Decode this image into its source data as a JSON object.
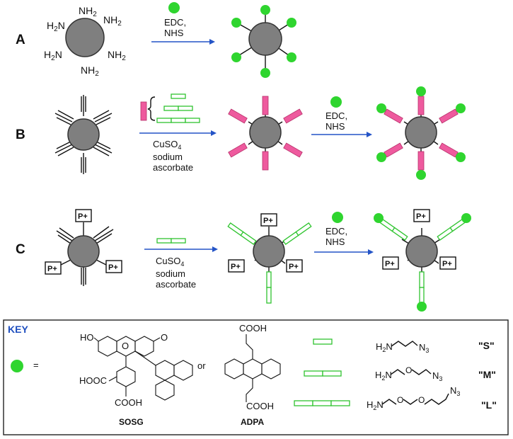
{
  "rows": {
    "a": {
      "label": "A",
      "amines": [
        "NH2",
        "NH2",
        "NH2",
        "NH2",
        "NH2",
        "NH2"
      ],
      "reagent": "EDC,\nNHS"
    },
    "b": {
      "label": "B",
      "reagent1": "CuSO4\nsodium\nascorbate",
      "reagent2": "EDC,\nNHS"
    },
    "c": {
      "label": "C",
      "pplus": "P+",
      "reagent1": "CuSO4\nsodium\nascorbate",
      "reagent2": "EDC,\nNHS"
    }
  },
  "key": {
    "title": "KEY",
    "equals": "=",
    "or": "or",
    "sosg": {
      "name": "SOSG",
      "groups": [
        "HO",
        "O",
        "HOOC",
        "COOH"
      ]
    },
    "adpa": {
      "name": "ADPA",
      "groups": [
        "COOH",
        "COOH"
      ]
    },
    "linkers": [
      {
        "formula": "H2N–––N3",
        "code": "\"S\""
      },
      {
        "formula": "H2N–O–N3",
        "code": "\"M\""
      },
      {
        "formula": "H2N–O–O–N3",
        "code": "\"L\""
      }
    ]
  },
  "colors": {
    "dye_green": "#2fd52f",
    "linker_pink": "#ee5a9e",
    "linker_green_outline": "#2fc42f",
    "arrow_blue": "#2454c7",
    "core_gray": "#7f7f7f",
    "key_title_blue": "#1f4fbf"
  }
}
